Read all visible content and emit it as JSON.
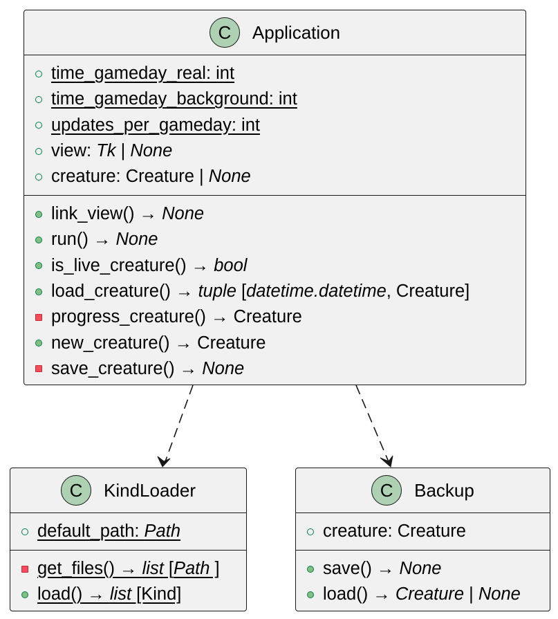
{
  "classes": {
    "application": {
      "badge": "C",
      "name": "Application",
      "fields": [
        {
          "parts": [
            "time_gameday_real: int"
          ]
        },
        {
          "parts": [
            "time_gameday_background: int"
          ]
        },
        {
          "parts": [
            "updates_per_gameday: int"
          ]
        },
        {
          "parts": [
            "view: ",
            "Tk",
            " | ",
            "None"
          ]
        },
        {
          "parts": [
            "creature: Creature | ",
            "None"
          ]
        }
      ],
      "methods": [
        {
          "parts": [
            "link_view() → ",
            "None"
          ]
        },
        {
          "parts": [
            "run() → ",
            "None"
          ]
        },
        {
          "parts": [
            "is_live_creature() → ",
            "bool"
          ]
        },
        {
          "parts": [
            "load_creature() → ",
            "tuple",
            " [",
            "datetime.datetime",
            ", Creature]"
          ]
        },
        {
          "parts": [
            "progress_creature() → Creature"
          ]
        },
        {
          "parts": [
            "new_creature() → Creature"
          ]
        },
        {
          "parts": [
            "save_creature() → ",
            "None"
          ]
        }
      ]
    },
    "kindloader": {
      "badge": "C",
      "name": "KindLoader",
      "fields": [
        {
          "parts": [
            "default_path: ",
            "Path"
          ]
        }
      ],
      "methods": [
        {
          "parts": [
            "get_files() → ",
            "list",
            " [",
            "Path",
            " ]"
          ]
        },
        {
          "parts": [
            "load() → ",
            "list",
            " [Kind]"
          ]
        }
      ]
    },
    "backup": {
      "badge": "C",
      "name": "Backup",
      "fields": [
        {
          "parts": [
            "creature: Creature"
          ]
        }
      ],
      "methods": [
        {
          "parts": [
            "save() → ",
            "None"
          ]
        },
        {
          "parts": [
            "load() → ",
            "Creature",
            " | ",
            "None"
          ]
        }
      ]
    }
  },
  "colors": {
    "class_fill": "#f1f1f1",
    "border": "#181818",
    "badge_fill": "#add1b2",
    "public_marker": "#84be84",
    "private_marker": "#f24d5c"
  }
}
